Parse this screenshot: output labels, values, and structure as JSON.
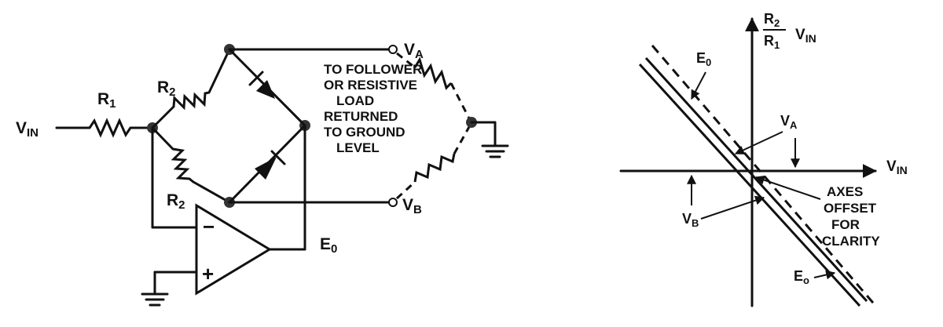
{
  "circuit": {
    "labels": {
      "vin": "V",
      "vin_sub": "IN",
      "r1": "R",
      "r1_sub": "1",
      "r2_top": "R",
      "r2_top_sub": "2",
      "r2_bottom": "R",
      "r2_bottom_sub": "2",
      "va": "V",
      "va_sub": "A",
      "vb": "V",
      "vb_sub": "B",
      "e0": "E",
      "e0_sub": "0",
      "minus": "−",
      "plus": "+"
    },
    "note_lines": [
      "TO FOLLOWER",
      "OR RESISTIVE",
      "LOAD",
      "RETURNED",
      "TO GROUND",
      "LEVEL"
    ]
  },
  "graph": {
    "y_label": {
      "num": "R",
      "num_sub": "2",
      "den": "R",
      "den_sub": "1",
      "vin": "V",
      "vin_sub": "IN"
    },
    "x_label": "V",
    "x_label_sub": "IN",
    "e0_top": "E",
    "e0_top_sub": "0",
    "e0_bottom": "E",
    "e0_bottom_sub": "o",
    "va": "V",
    "va_sub": "A",
    "vb": "V",
    "vb_sub": "B",
    "note_lines": [
      "AXES",
      "OFFSET",
      "FOR",
      "CLARITY"
    ]
  }
}
